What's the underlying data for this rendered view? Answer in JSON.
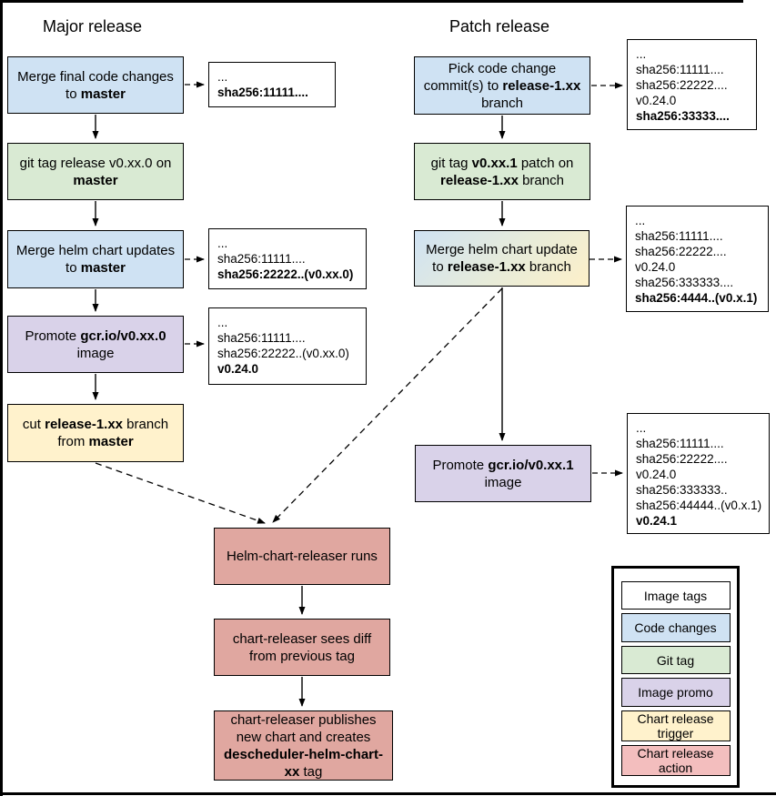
{
  "titles": {
    "major": "Major release",
    "patch": "Patch release"
  },
  "colors": {
    "code_changes": "#cfe2f3",
    "git_tag": "#d9ead3",
    "image_promo": "#d9d2e9",
    "chart_release_trigger": "#fff2cc",
    "chart_release_action": "#e0a7a0",
    "legend_action": "#f3bebe",
    "patch_helm_update_gradient": [
      "#cfe2f3",
      "#fdf0c9"
    ]
  },
  "major_flow": {
    "steps": [
      {
        "parts": [
          {
            "t": "Merge final code changes to "
          },
          {
            "t": "master",
            "b": true
          }
        ]
      },
      {
        "parts": [
          {
            "t": "git tag release v0.xx.0 on "
          },
          {
            "t": "master",
            "b": true
          }
        ]
      },
      {
        "parts": [
          {
            "t": "Merge helm chart updates to "
          },
          {
            "t": "master",
            "b": true
          }
        ]
      },
      {
        "parts": [
          {
            "t": "Promote "
          },
          {
            "t": "gcr.io/v0.xx.0",
            "b": true
          },
          {
            "t": " image"
          }
        ]
      },
      {
        "parts": [
          {
            "t": "cut "
          },
          {
            "t": "release-1.xx",
            "b": true
          },
          {
            "t": " branch from "
          },
          {
            "t": "master",
            "b": true
          }
        ]
      }
    ]
  },
  "patch_flow": {
    "steps": [
      {
        "parts": [
          {
            "t": "Pick code change commit(s) to "
          },
          {
            "t": "release-1.xx",
            "b": true
          },
          {
            "t": " branch"
          }
        ]
      },
      {
        "parts": [
          {
            "t": "git tag "
          },
          {
            "t": "v0.xx.1",
            "b": true
          },
          {
            "t": " patch on "
          },
          {
            "t": "release-1.xx",
            "b": true
          },
          {
            "t": " branch"
          }
        ]
      },
      {
        "parts": [
          {
            "t": "Merge helm chart update to "
          },
          {
            "t": "release-1.xx",
            "b": true
          },
          {
            "t": " branch"
          }
        ]
      },
      {
        "parts": [
          {
            "t": "Promote "
          },
          {
            "t": "gcr.io/v0.xx.1",
            "b": true
          },
          {
            "t": " image"
          }
        ]
      }
    ]
  },
  "common_flow": {
    "steps": [
      {
        "parts": [
          {
            "t": "Helm-chart-releaser runs"
          }
        ]
      },
      {
        "parts": [
          {
            "t": "chart-releaser sees diff from previous tag"
          }
        ]
      },
      {
        "parts": [
          {
            "t": "chart-releaser publishes new chart and creates "
          },
          {
            "t": "descheduler-helm-chart-xx",
            "b": true
          },
          {
            "t": " tag"
          }
        ]
      }
    ]
  },
  "annotations": {
    "major_1": {
      "lines": [
        {
          "t": "..."
        },
        {
          "t": "sha256:11111....",
          "b": true
        }
      ]
    },
    "major_2": {
      "lines": [
        {
          "t": "..."
        },
        {
          "t": "sha256:11111...."
        },
        {
          "t": "sha256:22222..(v0.xx.0)",
          "b": true
        }
      ]
    },
    "major_3": {
      "lines": [
        {
          "t": "..."
        },
        {
          "t": "sha256:11111...."
        },
        {
          "t": "sha256:22222..(v0.xx.0)"
        },
        {
          "t": "v0.24.0",
          "b": true
        }
      ]
    },
    "patch_1": {
      "lines": [
        {
          "t": "..."
        },
        {
          "t": "sha256:11111...."
        },
        {
          "t": "sha256:22222...."
        },
        {
          "t": "v0.24.0"
        },
        {
          "t": "sha256:33333....",
          "b": true
        }
      ]
    },
    "patch_2": {
      "lines": [
        {
          "t": "..."
        },
        {
          "t": "sha256:11111...."
        },
        {
          "t": "sha256:22222...."
        },
        {
          "t": "v0.24.0"
        },
        {
          "t": "sha256:333333...."
        },
        {
          "t": "sha256:4444..(v0.x.1)",
          "b": true
        }
      ]
    },
    "patch_3": {
      "lines": [
        {
          "t": "..."
        },
        {
          "t": "sha256:11111...."
        },
        {
          "t": "sha256:22222...."
        },
        {
          "t": "v0.24.0"
        },
        {
          "t": "sha256:333333.."
        },
        {
          "t": "sha256:44444..(v0.x.1)"
        },
        {
          "t": "v0.24.1",
          "b": true
        }
      ]
    }
  },
  "legend": {
    "items": [
      {
        "label": "Image tags"
      },
      {
        "label": "Code changes"
      },
      {
        "label": "Git tag"
      },
      {
        "label": "Image promo"
      },
      {
        "label": "Chart release trigger"
      },
      {
        "label": "Chart release action"
      }
    ]
  }
}
